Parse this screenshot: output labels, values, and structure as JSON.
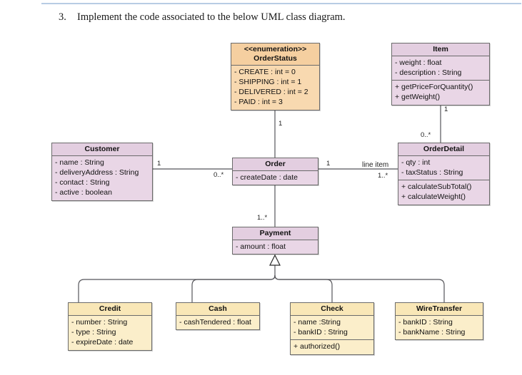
{
  "page": {
    "question_number": "3.",
    "question_text": "Implement the code associated to the below UML class diagram."
  },
  "colors": {
    "lilac_fill": "#e9d6e6",
    "lilac_header": "#e3cee0",
    "peach_fill": "#f8d9b0",
    "peach_header": "#f5cfa0",
    "cream_fill": "#fbeeca",
    "cream_header": "#f9e7b7",
    "border": "#6b6b6b",
    "connector": "#55555a",
    "rule": "#b8cce4"
  },
  "classes": {
    "order_status": {
      "stereotype": "<<enumeration>>",
      "name": "OrderStatus",
      "attributes": [
        "- CREATE : int  = 0",
        "- SHIPPING : int = 1",
        "- DELIVERED : int = 2",
        "- PAID : int = 3"
      ]
    },
    "item": {
      "name": "Item",
      "attributes": [
        "- weight : float",
        "- description : String"
      ],
      "operations": [
        "+ getPriceForQuantity()",
        "+ getWeight()"
      ]
    },
    "customer": {
      "name": "Customer",
      "attributes": [
        "- name : String",
        "- deliveryAddress : String",
        "- contact : String",
        "- active : boolean"
      ]
    },
    "order": {
      "name": "Order",
      "attributes": [
        "- createDate : date"
      ]
    },
    "order_detail": {
      "name": "OrderDetail",
      "attributes": [
        "- qty : int",
        "- taxStatus : String"
      ],
      "operations": [
        "+ calculateSubTotal()",
        "+ calculateWeight()"
      ]
    },
    "payment": {
      "name": "Payment",
      "attributes": [
        "- amount : float"
      ]
    },
    "credit": {
      "name": "Credit",
      "attributes": [
        "- number : String",
        "- type : String",
        "- expireDate : date"
      ]
    },
    "cash": {
      "name": "Cash",
      "attributes": [
        "- cashTendered : float"
      ]
    },
    "check": {
      "name": "Check",
      "attributes": [
        "- name :String",
        "- bankID : String"
      ],
      "operations": [
        "+ authorized()"
      ]
    },
    "wire_transfer": {
      "name": "WireTransfer",
      "attributes": [
        "- bankID : String",
        "- bankName : String"
      ]
    }
  },
  "edge_labels": {
    "orderstatus_to_order": "1",
    "customer_end": "1",
    "order_end_customer_side": "0..*",
    "order_end_detail_side": "1",
    "line_item_role": "line item",
    "orderdetail_end_order_side": "1..*",
    "item_end": "1",
    "orderdetail_end_item_side": "0..*",
    "payment_end": "1..*"
  }
}
